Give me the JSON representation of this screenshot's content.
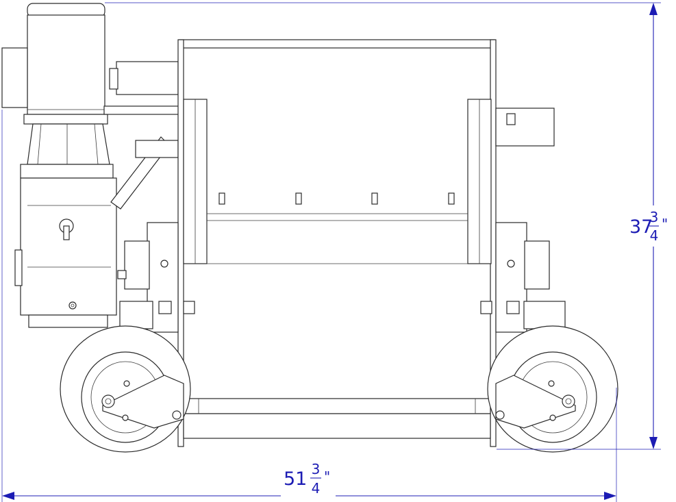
{
  "dimensions": {
    "height": {
      "whole": "37",
      "numerator": "3",
      "denominator": "4",
      "unit": "\""
    },
    "width": {
      "whole": "51",
      "numerator": "3",
      "denominator": "4",
      "unit": "\""
    }
  },
  "colors": {
    "dimension": "#1c1cb4",
    "line": "#2a2a2a",
    "background": "#ffffff"
  }
}
